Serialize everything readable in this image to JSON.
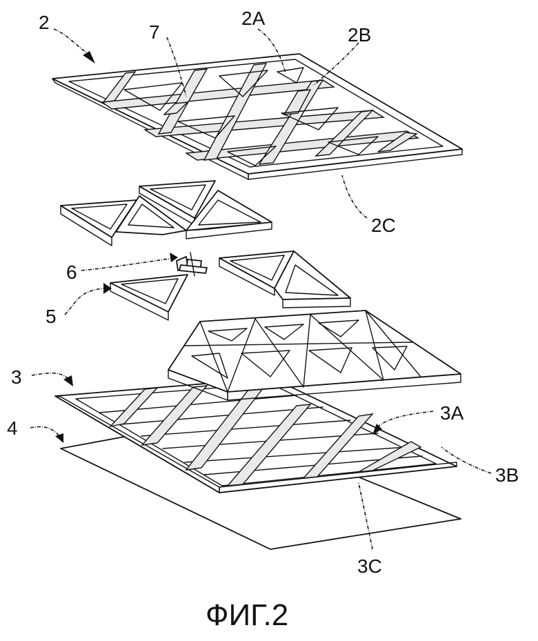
{
  "figure": {
    "caption": "ФИГ.2",
    "labels": {
      "l2": "2",
      "l2A": "2A",
      "l2B": "2B",
      "l7": "7",
      "l2C": "2C",
      "l6": "6",
      "l5": "5",
      "l3": "3",
      "l4": "4",
      "l3A": "3A",
      "l3B": "3B",
      "l3C": "3C"
    }
  }
}
